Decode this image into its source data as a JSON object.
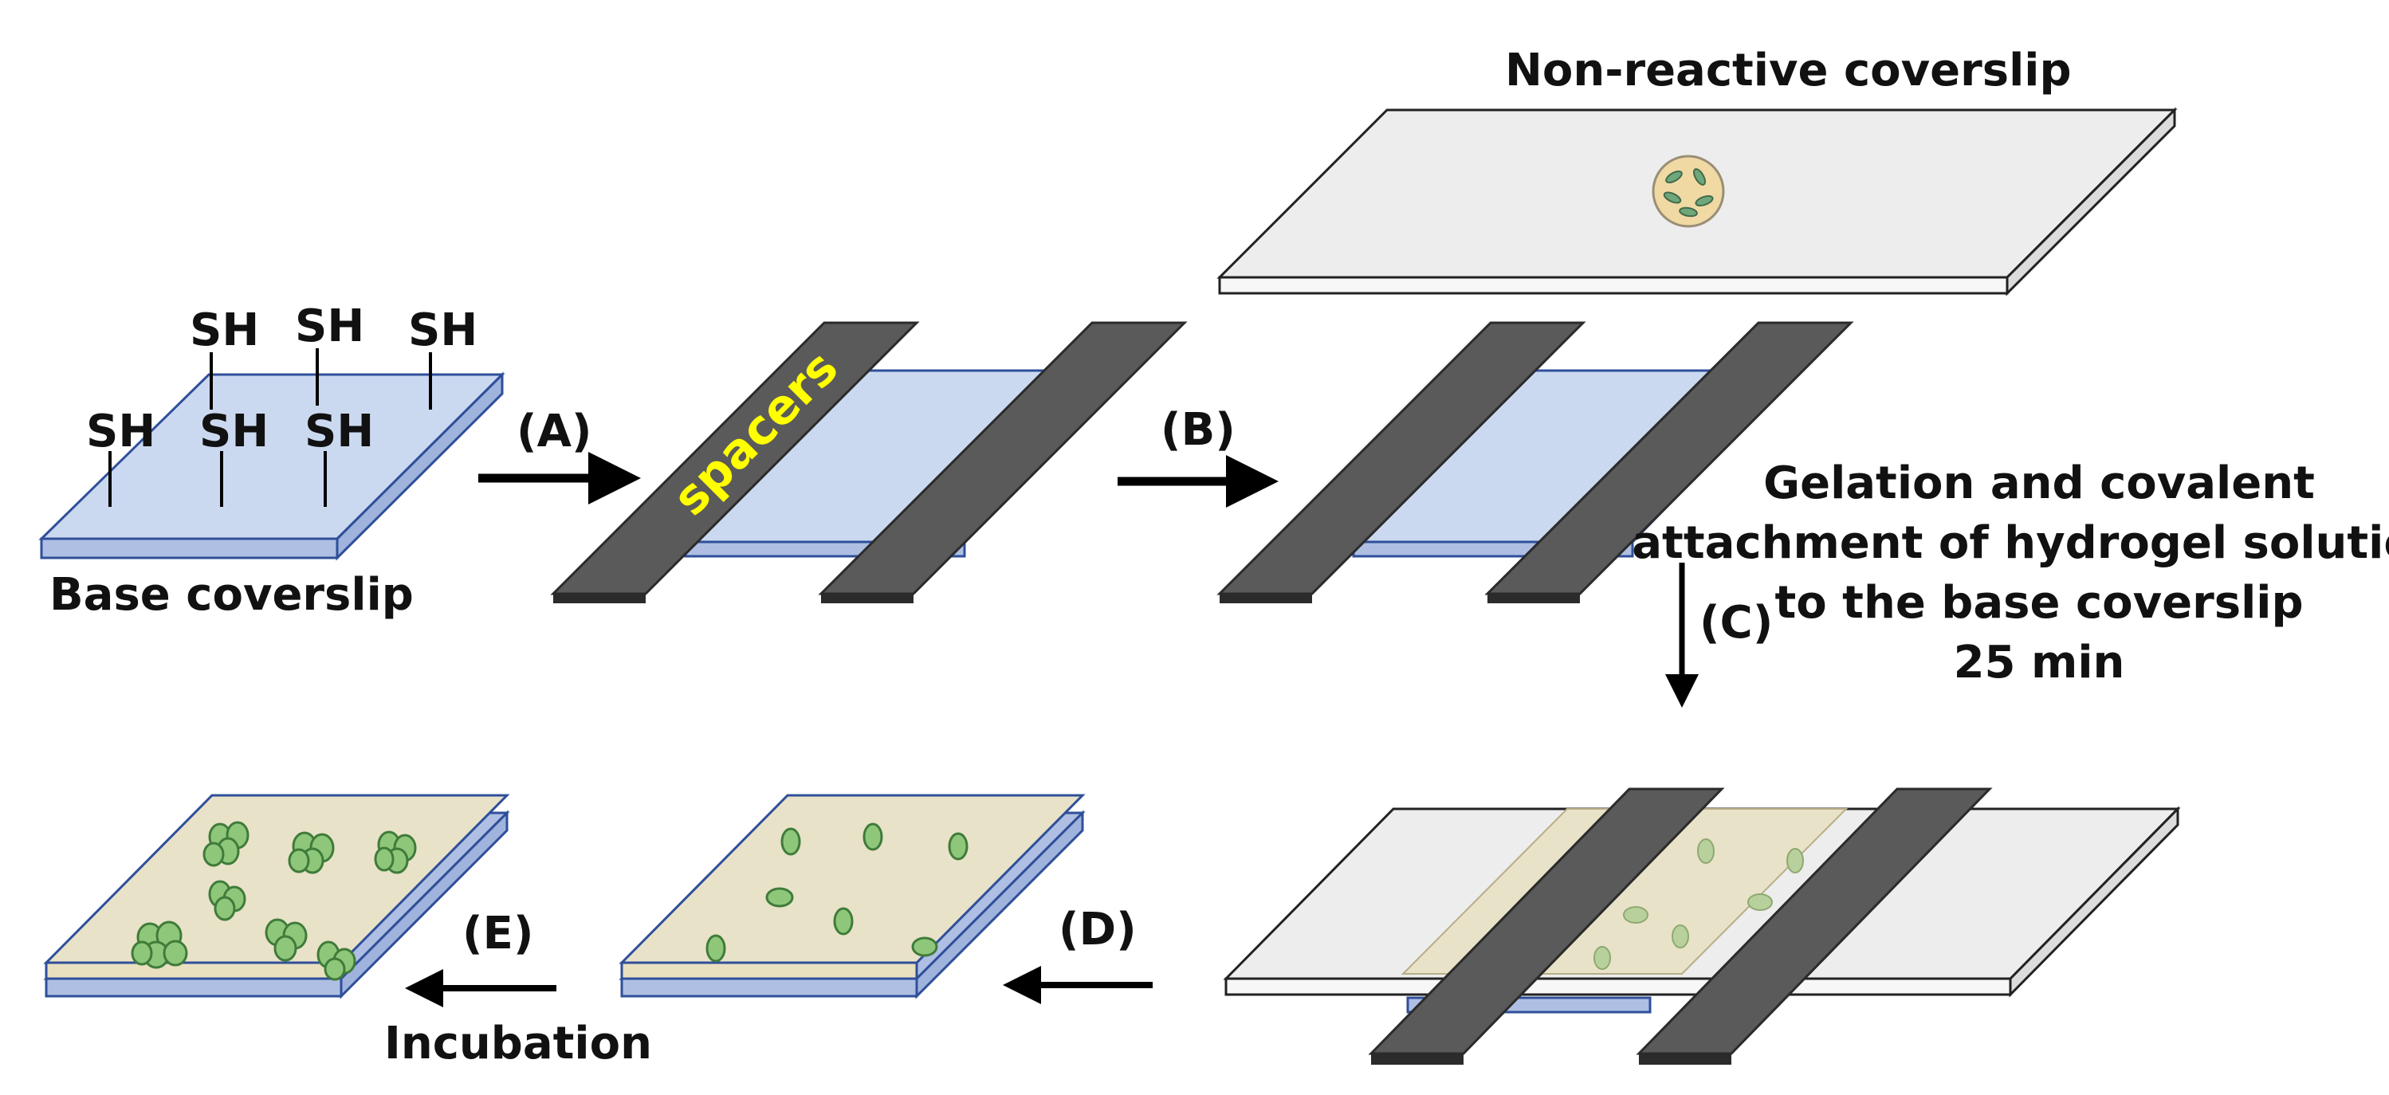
{
  "labels": {
    "top_coverslip": "Non-reactive coverslip",
    "base_coverslip": "Base coverslip",
    "spacers": "spacers",
    "thiol_group": "SH",
    "gelation_line1": "Gelation and covalent",
    "gelation_line2": "attachment of hydrogel solution",
    "gelation_line3": "to the base coverslip",
    "gelation_line4": "25 min",
    "incubation": "Incubation"
  },
  "steps": {
    "a": "(A)",
    "b": "(B)",
    "c": "(C)",
    "d": "(D)",
    "e": "(E)"
  },
  "colors": {
    "base_glass": "#cbd9f0",
    "base_edge": "#2f4f9a",
    "spacer": "#5a5a5a",
    "spacer_edge": "#2b2b2b",
    "coverslip": "#ededed",
    "hydrogel": "#e8e2c8",
    "cell": "#8fc77a",
    "cell_edge": "#3f7b3a",
    "droplet": "#f1d9a4",
    "spacer_text": "#ffff00"
  }
}
